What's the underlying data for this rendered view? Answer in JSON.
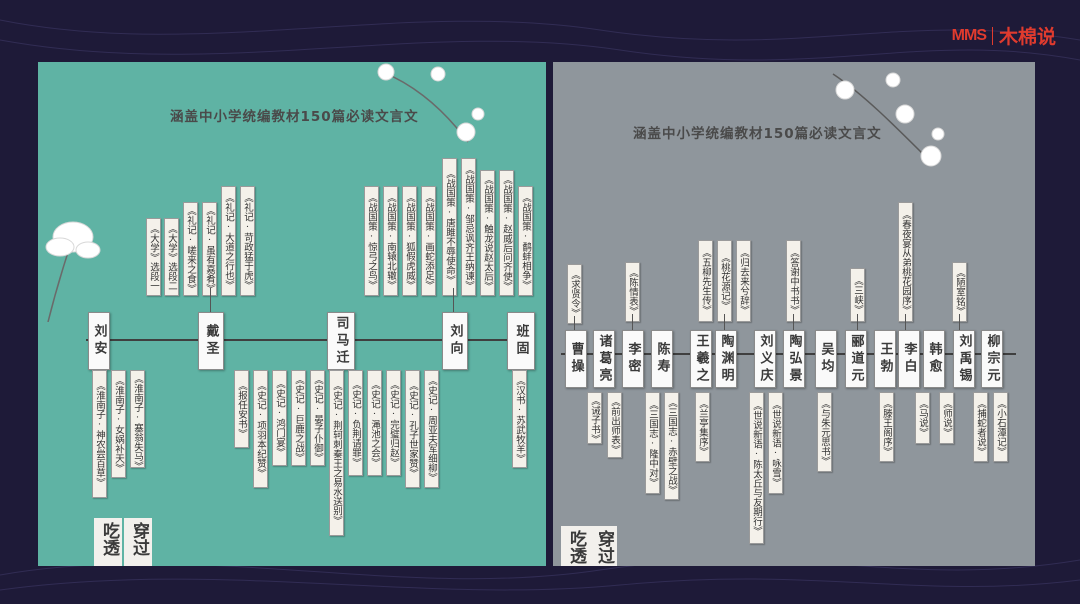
{
  "logo": {
    "mms": "MMS",
    "brand": "木棉说"
  },
  "left": {
    "title": "涵盖中小学统编教材150篇必读文言文",
    "authors": [
      "刘安",
      "戴圣",
      "司马迁",
      "刘向",
      "班固"
    ],
    "top_works": [
      "《大学》选段一",
      "《大学》选段二",
      "《礼记·嗟来之食》",
      "《礼记·虽有嘉肴》",
      "《礼记·大道之行也》",
      "《礼记·苛政猛于虎》",
      "《战国策·惊弓之鸟》",
      "《战国策·南辕北辙》",
      "《战国策·狐假虎威》",
      "《战国策·画蛇添足》",
      "《战国策·唐雎不辱使命》",
      "《战国策·邹忌讽齐王纳谏》",
      "《战国策·触龙说赵太后》",
      "《战国策·赵威后问齐使》",
      "《战国策·鹬蚌相争》"
    ],
    "bottom_works": [
      "《淮南子·神农尝百草》",
      "《淮南子·女娲补天》",
      "《淮南子·塞翁失马》",
      "《报任安书》",
      "《史记·项羽本纪赞》",
      "《史记·鸿门宴》",
      "《史记·巨鹿之战》",
      "《史记·晏子仆御》",
      "《史记·荆轲刺秦王之易水送别》",
      "《史记·负荆请罪》",
      "《史记·渑池之会》",
      "《史记·完璧归赵》",
      "《史记·孔子世家赞》",
      "《史记·周亚夫军细柳》",
      "《汉书·苏武牧羊》"
    ],
    "bottom_labels": [
      "吃透",
      "穿过"
    ]
  },
  "right": {
    "title": "涵盖中小学统编教材150篇必读文言文",
    "authors": [
      "曹操",
      "诸葛亮",
      "李密",
      "陈寿",
      "王羲之",
      "陶渊明",
      "刘义庆",
      "陶弘景",
      "吴均",
      "郦道元",
      "王勃",
      "李白",
      "韩愈",
      "刘禹锡",
      "柳宗元"
    ],
    "top_works": [
      "《求贤令》",
      "《陈情表》",
      "《五柳先生传》",
      "《桃花源记》",
      "《归去来兮辞》",
      "《答谢中书书》",
      "《三峡》",
      "《春夜宴从弟桃花园序》",
      "《陋室铭》"
    ],
    "bottom_works": [
      "《诫子书》",
      "《前出师表》",
      "《三国志·隆中对》",
      "《三国志·赤壁之战》",
      "《兰亭集序》",
      "《世说新语·陈太丘与友期行》",
      "《世说新语·咏雪》",
      "《与朱元思书》",
      "《滕王阁序》",
      "《马说》",
      "《师说》",
      "《捕蛇者说》",
      "《小石潭记》"
    ],
    "bottom_labels": [
      "吃透",
      "穿过"
    ]
  }
}
